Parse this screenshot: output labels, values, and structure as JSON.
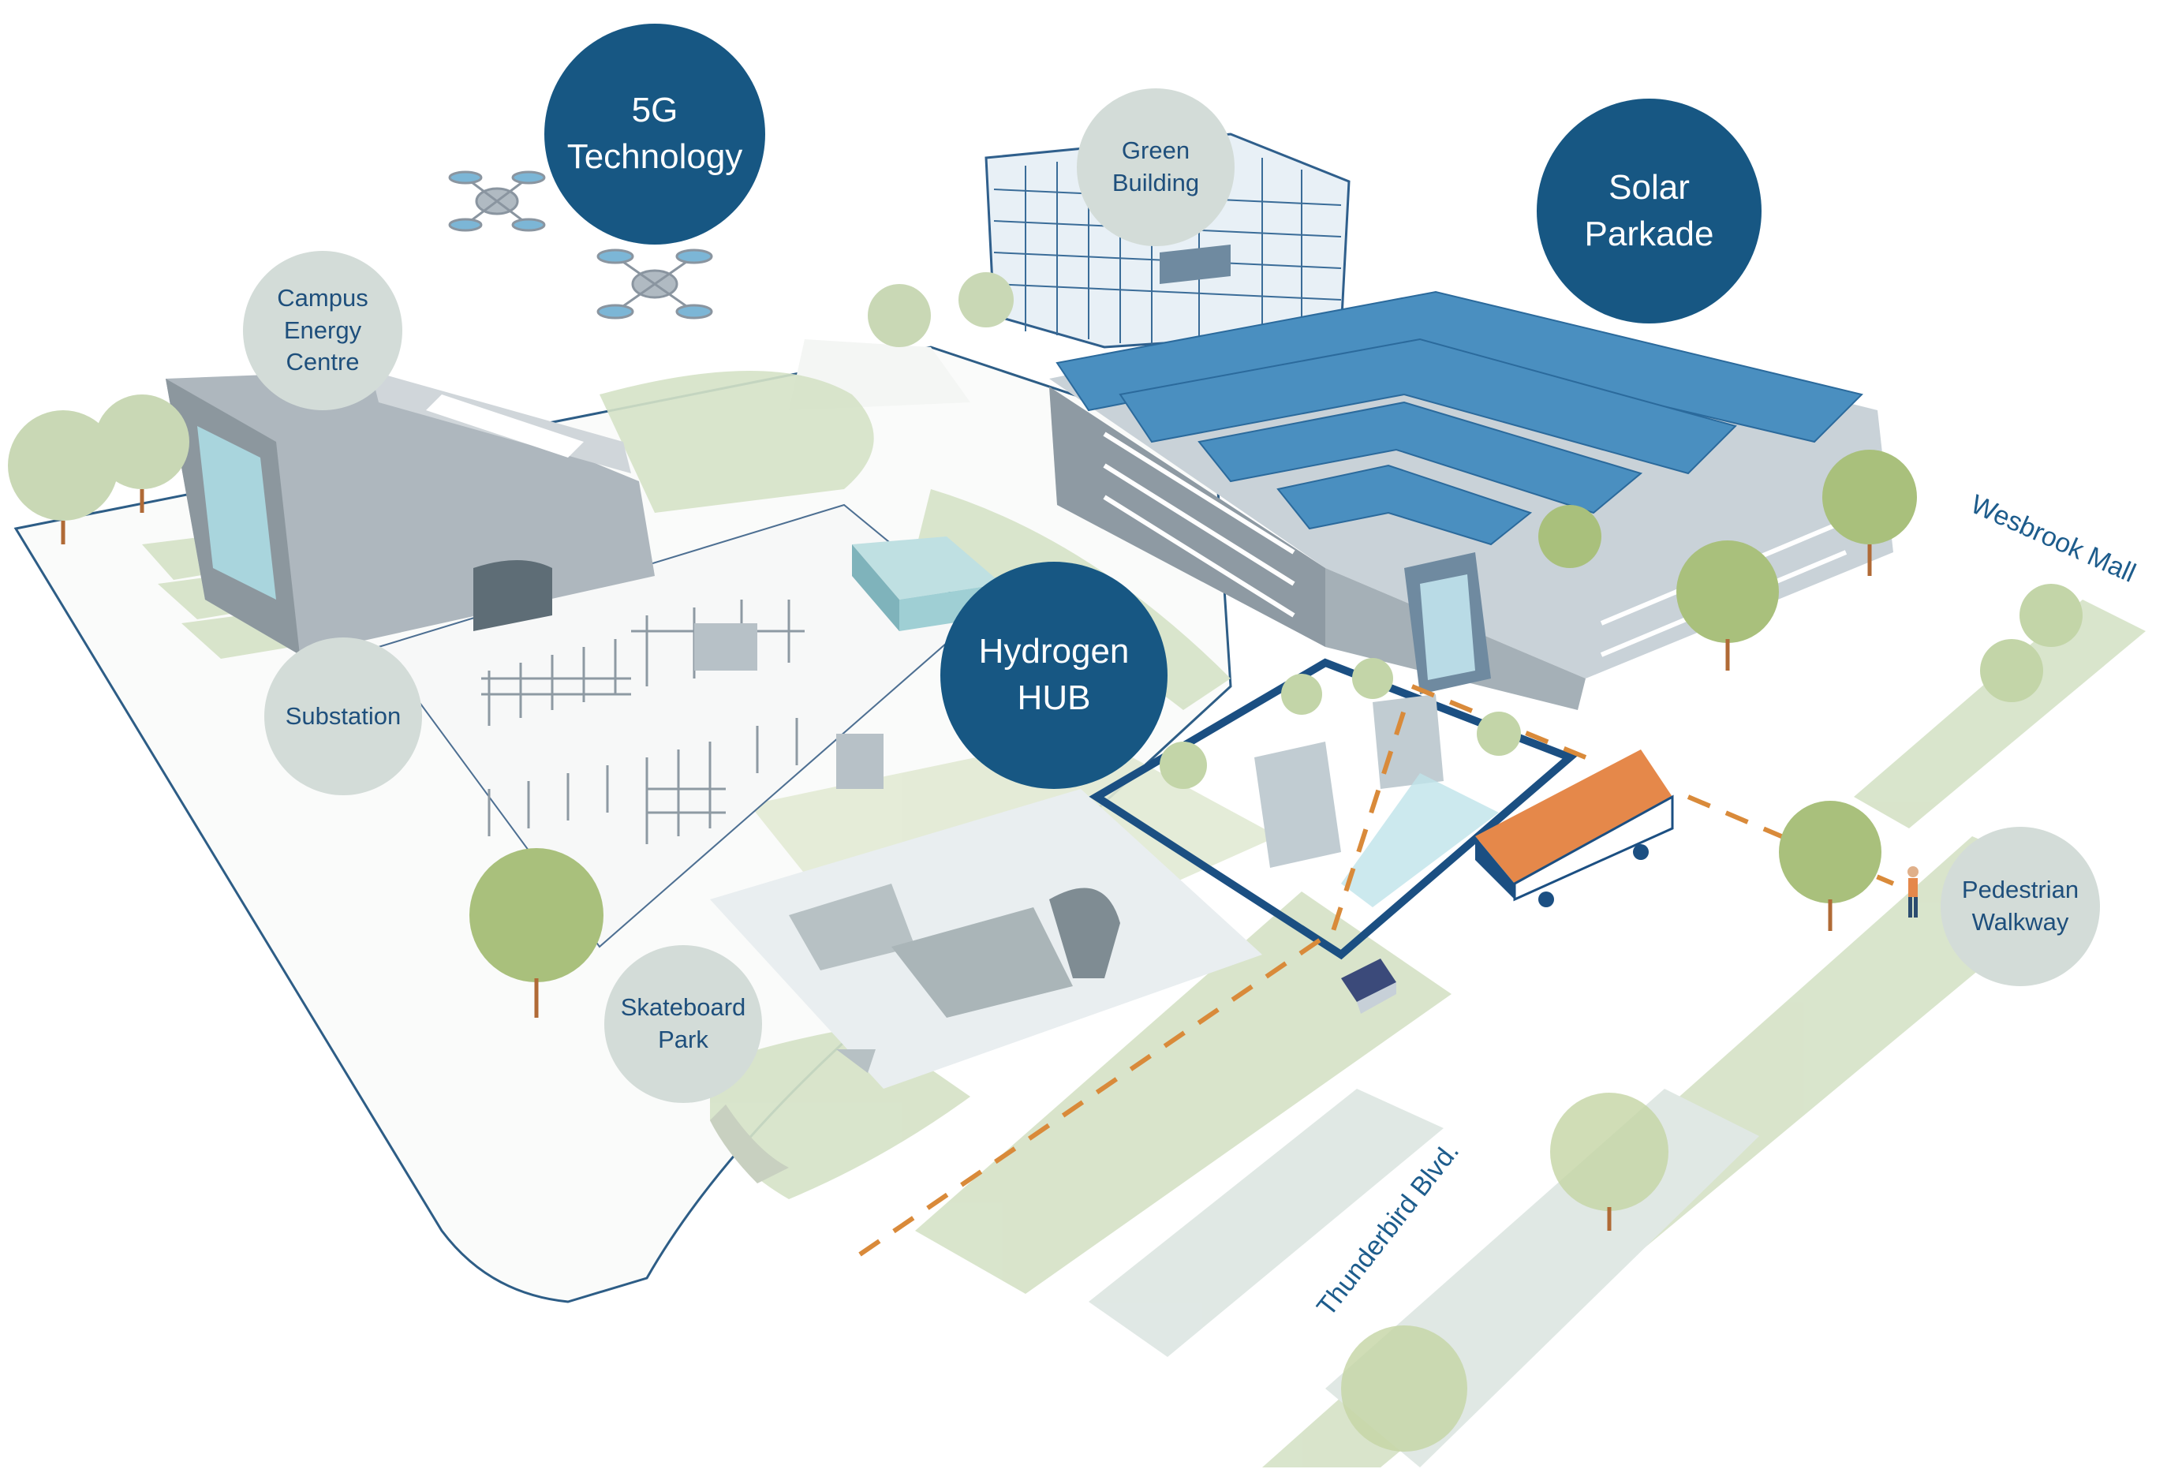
{
  "colors": {
    "dark_bubble": "#175783",
    "light_bubble": "#d3dcd8",
    "light_text": "#1e4f7c",
    "grass": "#d5e2c6",
    "building_grey": "#9aa6af",
    "solar_blue": "#4a8fc0",
    "path_orange": "#d98a3a",
    "bus_orange": "#e5884a",
    "tree_green": "#a9c07c",
    "hub_outline": "#1b4f82"
  },
  "labels": {
    "tech_5g": "5G\nTechnology",
    "green_building": "Green\nBuilding",
    "solar_parkade": "Solar\nParkade",
    "campus_energy": "Campus\nEnergy\nCentre",
    "substation": "Substation",
    "hydrogen_hub": "Hydrogen\nHUB",
    "pedestrian": "Pedestrian\nWalkway",
    "skateboard": "Skateboard\nPark"
  },
  "roads": {
    "wesbrook": "Wesbrook Mall",
    "thunderbird": "Thunderbird Blvd."
  },
  "icons": [
    "drone-icon",
    "bus-icon",
    "car-icon",
    "tree-icon",
    "pedestrian-icon",
    "solar-panel-icon"
  ]
}
